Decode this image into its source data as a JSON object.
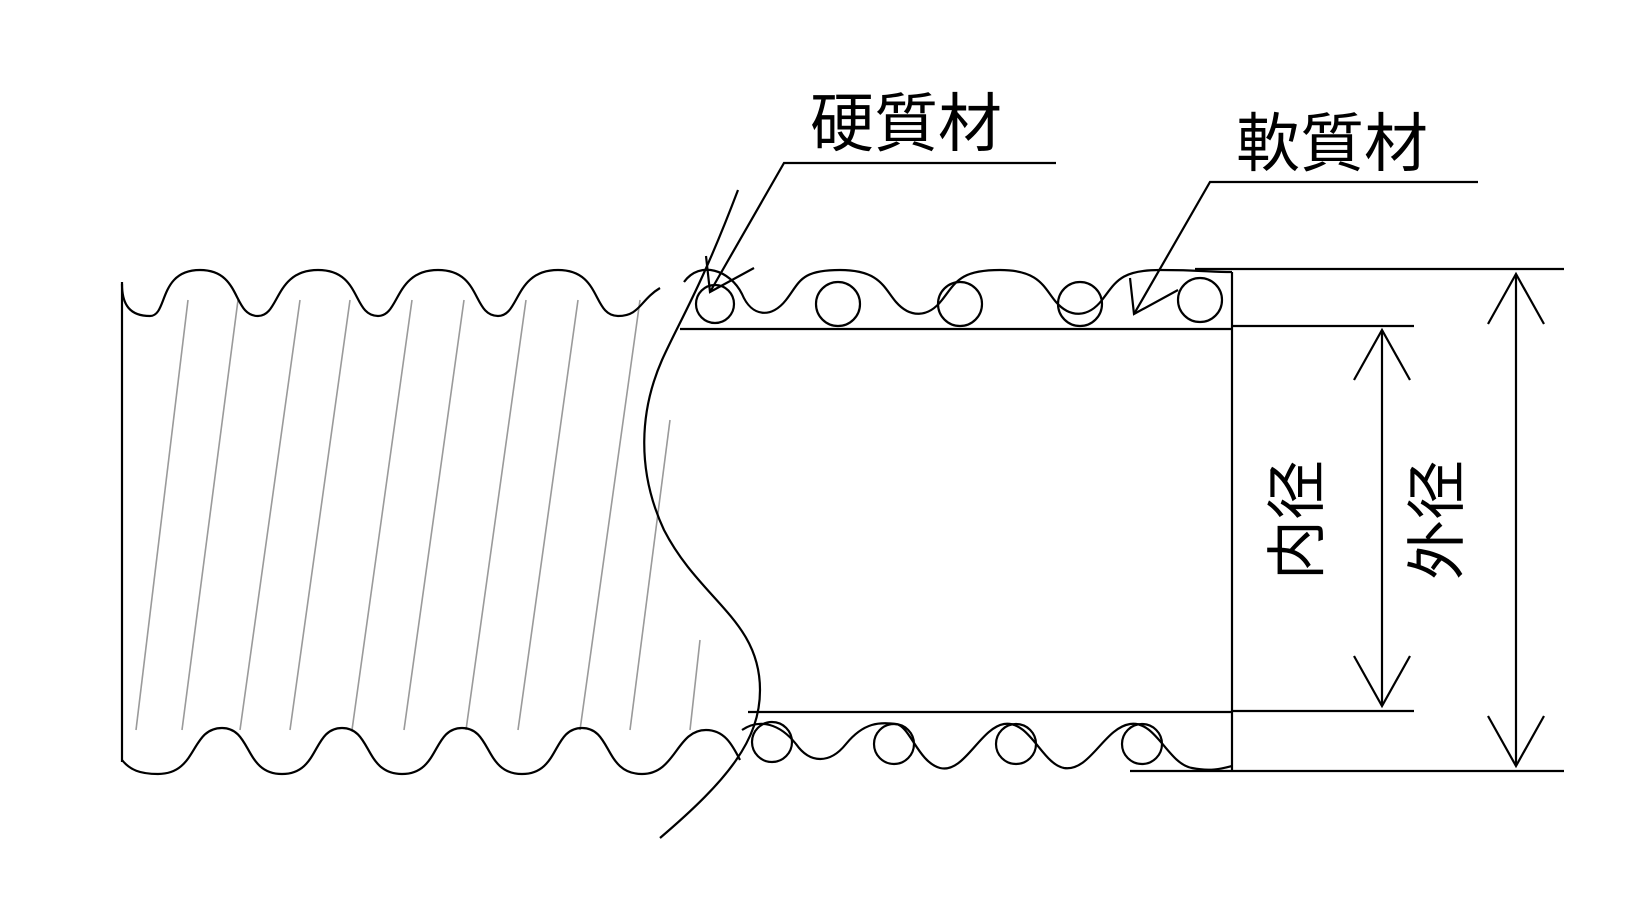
{
  "labels": {
    "hard_material": "硬質材",
    "soft_material": "軟質材",
    "inner_diameter": "内径",
    "outer_diameter": "外径"
  },
  "colors": {
    "line": "#000000",
    "hatch": "#9a9a9a",
    "background": "#ffffff"
  }
}
